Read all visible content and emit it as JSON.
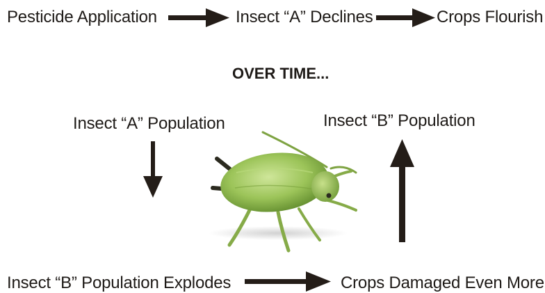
{
  "steps": {
    "pesticide_application": "Pesticide Application",
    "insect_a_declines": "Insect “A” Declines",
    "crops_flourish": "Crops Flourish"
  },
  "heading": "OVER TIME...",
  "cycle": {
    "insect_a_population": "Insect “A” Population",
    "insect_b_population": "Insect “B” Population",
    "insect_b_explodes": "Insect “B” Population Explodes",
    "crops_damaged": "Crops Damaged Even More"
  },
  "colors": {
    "text": "#1e1a17",
    "arrow": "#241d18",
    "insect_body": "#9cc459"
  },
  "icons": {
    "insect_image": "aphid"
  }
}
